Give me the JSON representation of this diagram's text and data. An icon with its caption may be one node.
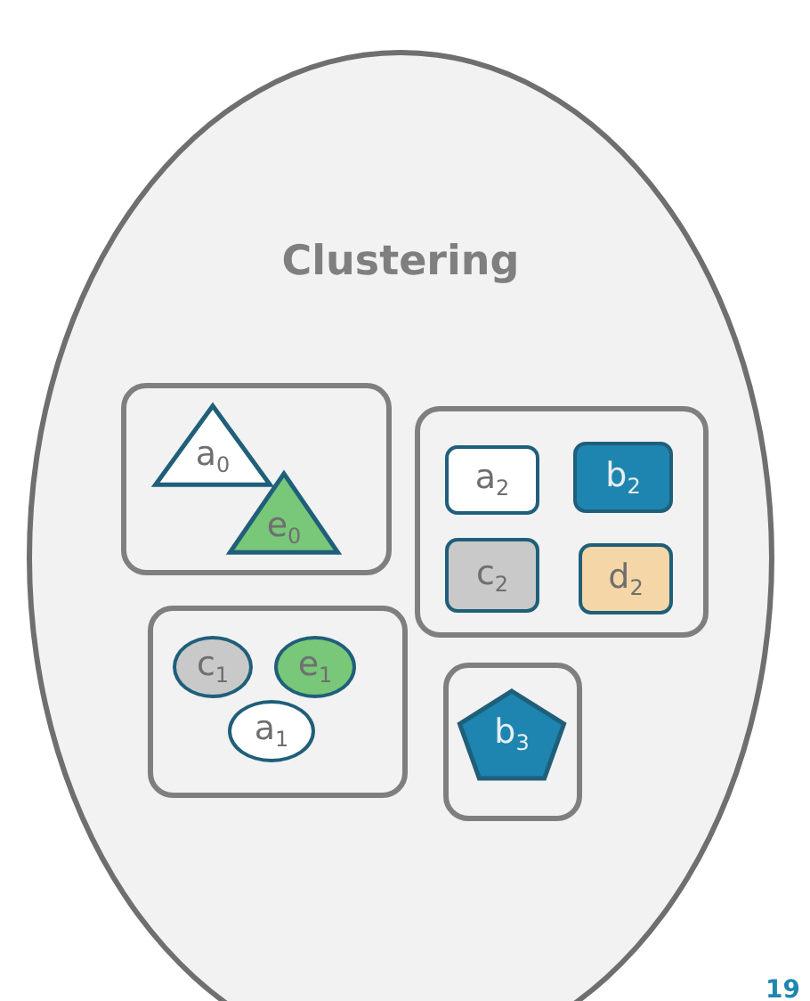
{
  "diagram": {
    "nodes": [
      {
        "text": [
          "Clustering"
        ]
      },
      {
        "text": [],
        "shape": "box",
        "in": 0
      },
      {
        "text": [
          "a$_{0}$"
        ],
        "in": 1
      },
      {
        "text": [
          "e$_{0}$"
        ],
        "in": 1
      },
      {
        "text": [],
        "shape": "box",
        "in": 0
      },
      {
        "text": [
          "a$_{2}$"
        ],
        "in": 4
      },
      {
        "text": [
          "b$_{2}$"
        ],
        "in": 4
      },
      {
        "text": [
          "c$_{2}$"
        ],
        "in": 4
      },
      {
        "text": [
          "d$_{2}$"
        ],
        "in": 4
      },
      {
        "text": [],
        "shape": "box",
        "in": 0
      },
      {
        "text": [
          "c$_{1}$"
        ],
        "in": 9
      },
      {
        "text": [
          "e$_{1}$"
        ],
        "in": 9
      },
      {
        "text": [
          "a$_{1}$"
        ],
        "in": 9
      },
      {
        "text": [],
        "shape": "box",
        "in": 0
      },
      {
        "text": [
          "b$_{3}$"
        ],
        "in": 13
      }
    ],
    "labels": [
      "19"
    ]
  }
}
